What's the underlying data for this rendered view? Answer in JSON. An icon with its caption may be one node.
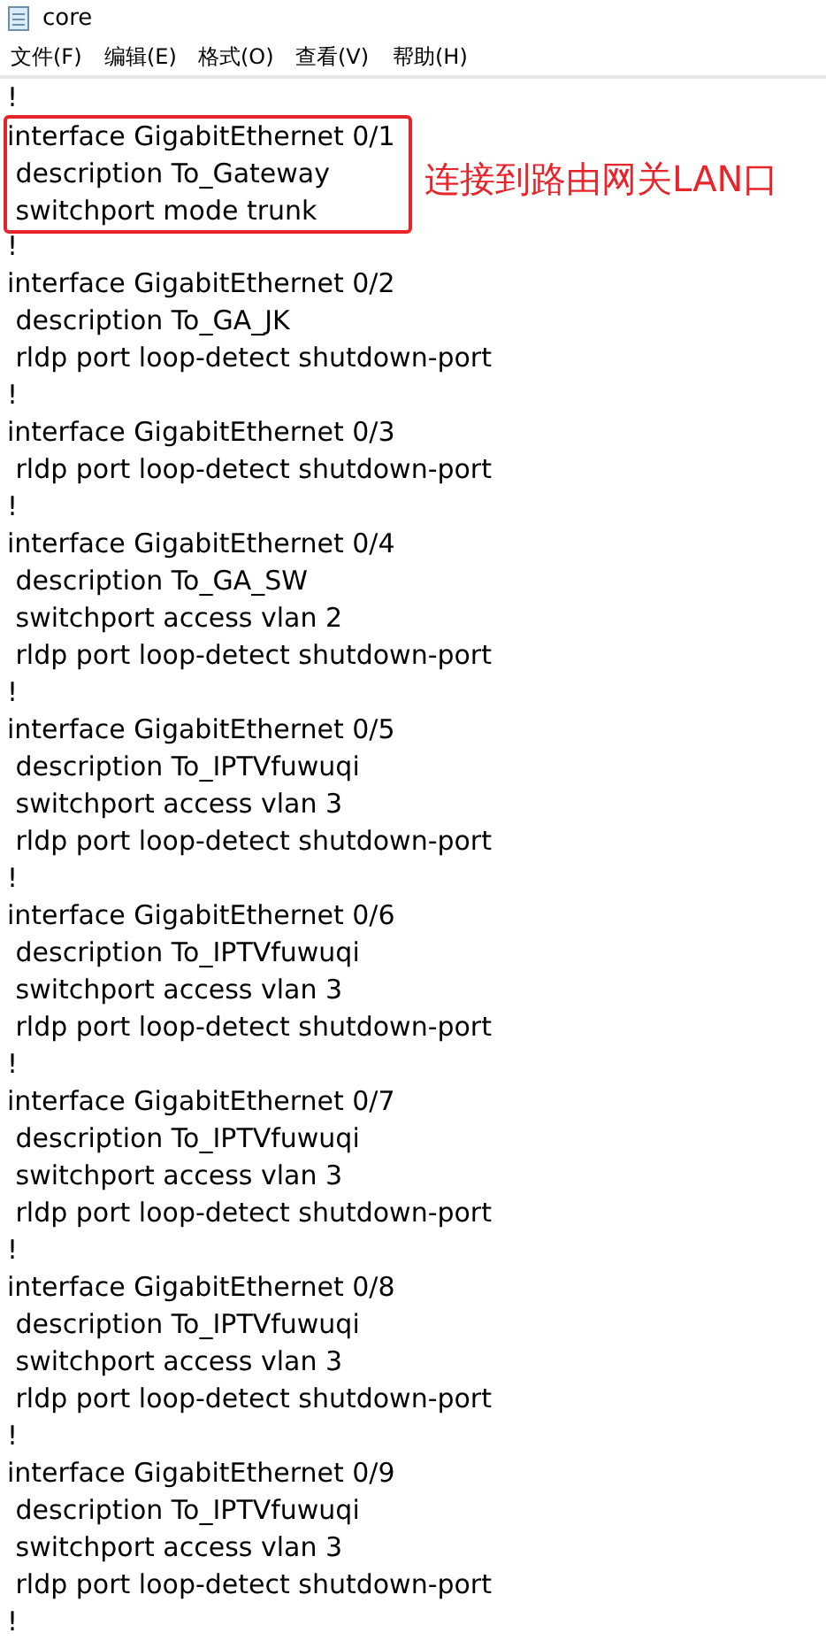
{
  "diagram": {
    "title": "core",
    "nodes": [
      {
        "text": [
          "interface GigabitEthernet 0/1",
          " description To_Gateway",
          " switchport mode trunk"
        ],
        "beside": [
          "连接到路由网关LAN口"
        ]
      }
    ],
    "labels": [
      "文件(F)",
      "编辑(E)",
      "格式(O)",
      "查看(V)",
      "帮助(H)",
      "!",
      "!",
      "interface GigabitEthernet 0/2",
      " description To_GA_JK",
      " rldp port loop-detect shutdown-port",
      "!",
      "interface GigabitEthernet 0/3",
      " rldp port loop-detect shutdown-port",
      "!",
      "interface GigabitEthernet 0/4",
      " description To_GA_SW",
      " switchport access vlan 2",
      " rldp port loop-detect shutdown-port",
      "!",
      "interface GigabitEthernet 0/5",
      " description To_IPTVfuwuqi",
      " switchport access vlan 3",
      " rldp port loop-detect shutdown-port",
      "!",
      "interface GigabitEthernet 0/6",
      " description To_IPTVfuwuqi",
      " switchport access vlan 3",
      " rldp port loop-detect shutdown-port",
      "!",
      "interface GigabitEthernet 0/7",
      " description To_IPTVfuwuqi",
      " switchport access vlan 3",
      " rldp port loop-detect shutdown-port",
      "!",
      "interface GigabitEthernet 0/8",
      " description To_IPTVfuwuqi",
      " switchport access vlan 3",
      " rldp port loop-detect shutdown-port",
      "!",
      "interface GigabitEthernet 0/9",
      " description To_IPTVfuwuqi",
      " switchport access vlan 3",
      " rldp port loop-detect shutdown-port",
      "!"
    ]
  }
}
